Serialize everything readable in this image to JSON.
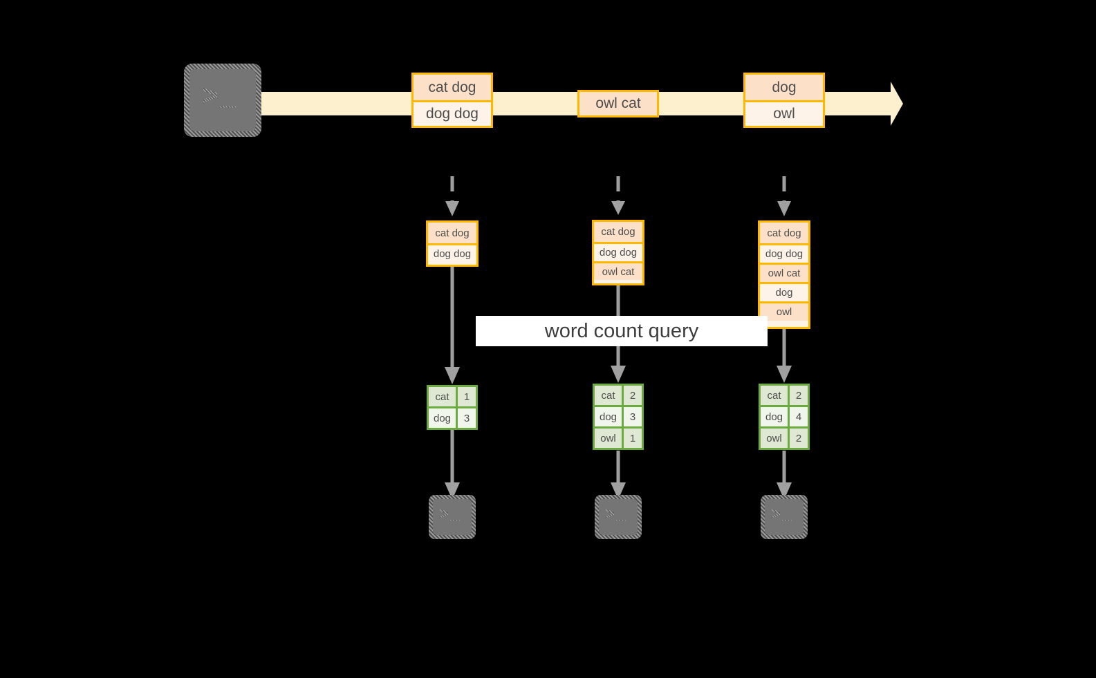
{
  "diagram": {
    "title_label": "word count query",
    "colors": {
      "background": "#000000",
      "stream_arrow": "#fdf0cf",
      "message_border": "#ffb700",
      "message_fill_dark": "#fce0c8",
      "message_fill_light": "#fdf3e8",
      "result_border": "#6aaa3f",
      "result_fill_dark": "#dee8d2",
      "result_fill_light": "#f1f6ec",
      "flow_arrow": "#a0a0a0",
      "terminal_fill": "#757575",
      "label_fill": "#ffffff",
      "text": "#4d4d4d"
    }
  },
  "stream": {
    "producer": {
      "icon": "terminal-icon",
      "glyph": ">_"
    },
    "messages": [
      {
        "id": "batch-1",
        "rows": [
          {
            "text": "cat dog",
            "shade": "dark"
          },
          {
            "text": "dog dog",
            "shade": "light"
          }
        ]
      },
      {
        "id": "batch-2",
        "rows": [
          {
            "text": "owl cat",
            "shade": "dark"
          }
        ]
      },
      {
        "id": "batch-3",
        "rows": [
          {
            "text": "dog",
            "shade": "dark"
          },
          {
            "text": "owl",
            "shade": "light"
          }
        ]
      }
    ]
  },
  "snapshots": [
    {
      "id": "snapshot-1",
      "accumulated": [
        {
          "text": "cat dog",
          "shade": "dark"
        },
        {
          "text": "dog dog",
          "shade": "light"
        }
      ],
      "result": {
        "rows": [
          {
            "key": "cat",
            "value": "1",
            "shade": "dark"
          },
          {
            "key": "dog",
            "value": "3",
            "shade": "light"
          }
        ]
      },
      "consumer": {
        "icon": "terminal-icon",
        "glyph": ">_"
      }
    },
    {
      "id": "snapshot-2",
      "accumulated": [
        {
          "text": "cat dog",
          "shade": "dark"
        },
        {
          "text": "dog dog",
          "shade": "light"
        },
        {
          "text": "owl cat",
          "shade": "dark"
        }
      ],
      "result": {
        "rows": [
          {
            "key": "cat",
            "value": "2",
            "shade": "dark"
          },
          {
            "key": "dog",
            "value": "3",
            "shade": "light"
          },
          {
            "key": "owl",
            "value": "1",
            "shade": "dark"
          }
        ]
      },
      "consumer": {
        "icon": "terminal-icon",
        "glyph": ">_"
      }
    },
    {
      "id": "snapshot-3",
      "accumulated": [
        {
          "text": "cat dog",
          "shade": "dark"
        },
        {
          "text": "dog dog",
          "shade": "light"
        },
        {
          "text": "owl cat",
          "shade": "dark"
        },
        {
          "text": "dog",
          "shade": "light"
        },
        {
          "text": "owl",
          "shade": "dark"
        }
      ],
      "result": {
        "rows": [
          {
            "key": "cat",
            "value": "2",
            "shade": "dark"
          },
          {
            "key": "dog",
            "value": "4",
            "shade": "light"
          },
          {
            "key": "owl",
            "value": "2",
            "shade": "dark"
          }
        ]
      },
      "consumer": {
        "icon": "terminal-icon",
        "glyph": ">_"
      }
    }
  ]
}
